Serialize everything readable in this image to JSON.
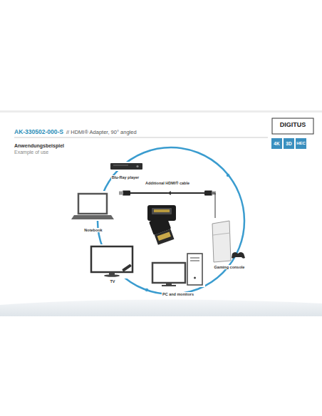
{
  "diagram": {
    "title": "AK-330502-000-S",
    "nodes": [
      {
        "text": [
          "Blu-Ray player"
        ]
      },
      {
        "text": [
          "Additional HDMI® cable"
        ]
      },
      {
        "text": [
          "Notebook"
        ]
      },
      {
        "text": [
          "Gaming console"
        ]
      },
      {
        "text": [
          "TV"
        ]
      },
      {
        "text": [
          "PC and monitors"
        ]
      }
    ],
    "edges": [
      {
        "from": 3,
        "to": 1,
        "arrow": "to"
      }
    ],
    "labels": [
      "// HDMI® Adapter, 90° angled",
      "DIGITUS",
      "4K",
      "3D",
      "HEC",
      "Anwendungsbeispiel",
      "Example of use"
    ]
  }
}
